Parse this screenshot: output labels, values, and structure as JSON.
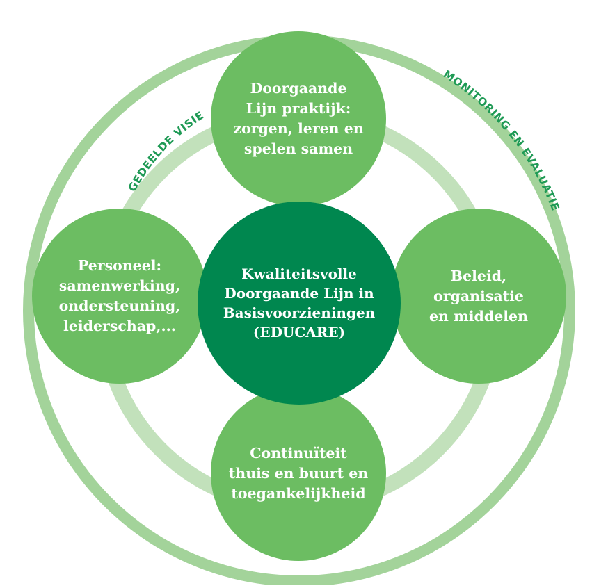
{
  "diagram": {
    "ring_labels": {
      "left": "GEDEELDE VISIE",
      "right": "MONITORING EN EVALUATIE"
    },
    "center": "Kwaliteitsvolle\nDoorgaande Lijn in\nBasisvoorzieningen\n(EDUCARE)",
    "top": "Doorgaande\nLijn praktijk:\nzorgen, leren en\nspelen samen",
    "left": "Personeel:\nsamenwerking,\nondersteuning,\nleiderschap,...",
    "right": "Beleid,\norganisatie\nen middelen",
    "bottom": "Continuïteit\nthuis en buurt en\ntoegankelijkheid"
  },
  "colors": {
    "outer_ring": "#a3d39a",
    "inner_ring": "#c2e1bb",
    "outer_circle": "#6cbd62",
    "center_circle": "#00874f",
    "ring_text": "#1f9a55"
  }
}
